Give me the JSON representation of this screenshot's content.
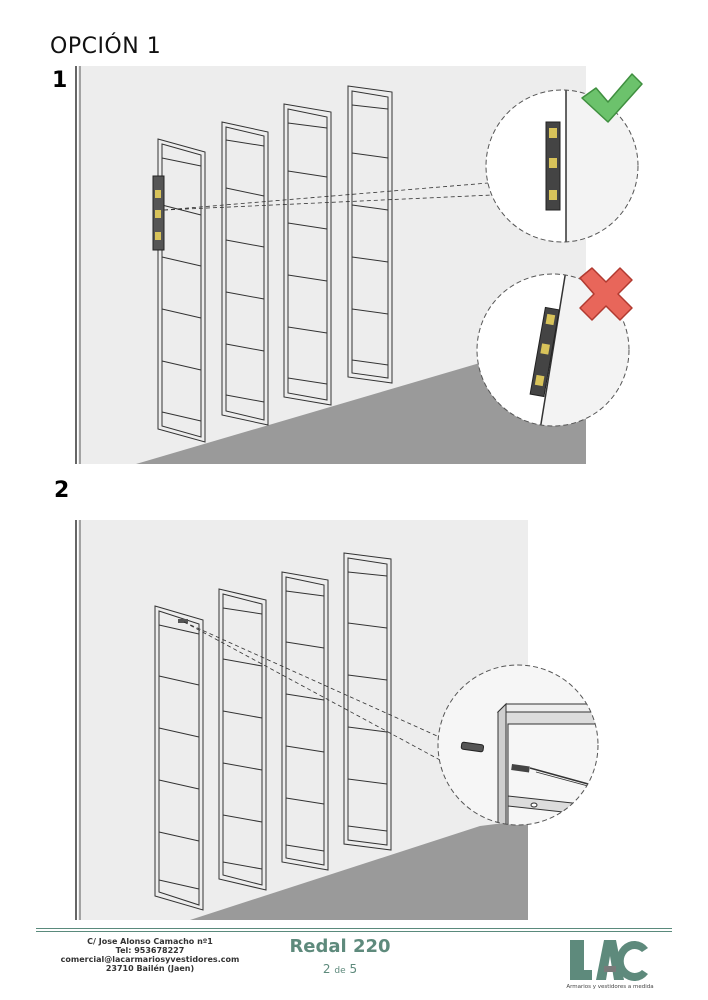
{
  "heading": "OPCIÓN 1",
  "steps": [
    {
      "number": "1"
    },
    {
      "number": "2"
    }
  ],
  "footer": {
    "address_lines": [
      "C/ Jose Alonso Camacho nº1",
      "Tel: 953678227",
      "comercial@lacarmariosyvestidores.com",
      "23710 Bailén (Jaen)"
    ],
    "product": "Redal 220",
    "page_current": "2",
    "page_sep": "de",
    "page_total": "5",
    "logo_text": "LAC",
    "logo_tagline": "Armarios y vestidores a medida"
  },
  "colors": {
    "wall": "#ededed",
    "floor": "#9a9a9a",
    "ok": "#5cb85c",
    "bad": "#e05a4a",
    "brand": "#5e8a7c"
  },
  "icons": [
    "check-icon",
    "cross-icon",
    "spirit-level-icon",
    "wall-plug-icon",
    "screw-icon",
    "drill-bit-icon",
    "lac-logo"
  ]
}
